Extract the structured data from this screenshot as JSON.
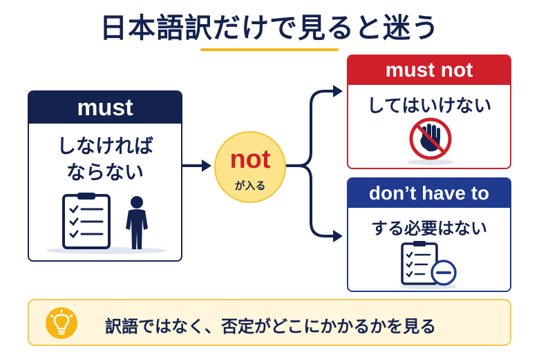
{
  "title": "日本語訳だけで見ると迷う",
  "must_card": {
    "header": "must",
    "line1": "しなければ",
    "line2": "ならない",
    "icons": [
      "checklist-clipboard-icon",
      "standing-person-icon"
    ]
  },
  "center": {
    "word": "not",
    "sub": "が入る"
  },
  "must_not_card": {
    "header": "must not",
    "text": "してはいけない",
    "icon": "prohibited-hand-icon"
  },
  "dont_have_to_card": {
    "header": "don’t have to",
    "text": "する必要はない",
    "icon": "clipboard-minus-icon"
  },
  "tip": {
    "icon": "lightbulb-icon",
    "text": "訳語ではなく、否定がどこにかかるかを見る"
  },
  "colors": {
    "navy": "#13224e",
    "red": "#cf1f2a",
    "blue": "#1f3a8f",
    "yellow": "#f5b614",
    "circle_fill": "#fde48a",
    "tip_bg": "#fff6dc"
  }
}
